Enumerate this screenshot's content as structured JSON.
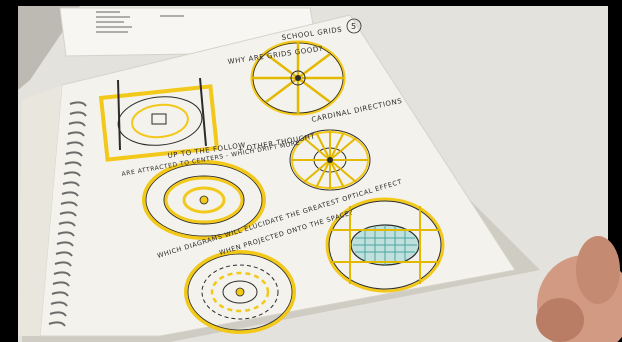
{
  "scene": {
    "notes": {
      "title": "WHY ARE GRIDS GOOD?",
      "subtitle": "SCHOOL GRIDS",
      "cardinal": "CARDINAL DIRECTIONS",
      "caption_left": "ARE ATTRACTED TO CENTERS - WHICH DRIFT MORE",
      "caption_sub": "UP TO THE FOLLOW",
      "other_thought": "+ OTHER THOUGHT",
      "main_question": "WHICH DIAGRAMS WILL ELUCIDATE THE GREATEST OPTICAL EFFECT",
      "main_question_2": "WHEN PROJECTED ONTO THE SPACE?",
      "page_number": "5"
    },
    "colors": {
      "paper": "#f3f1ea",
      "paper_shadow": "#c9c6bd",
      "highlighter": "#f2c81a",
      "ink": "#2b2b2b",
      "teal": "#4aa6a0",
      "background": "#000000"
    }
  }
}
